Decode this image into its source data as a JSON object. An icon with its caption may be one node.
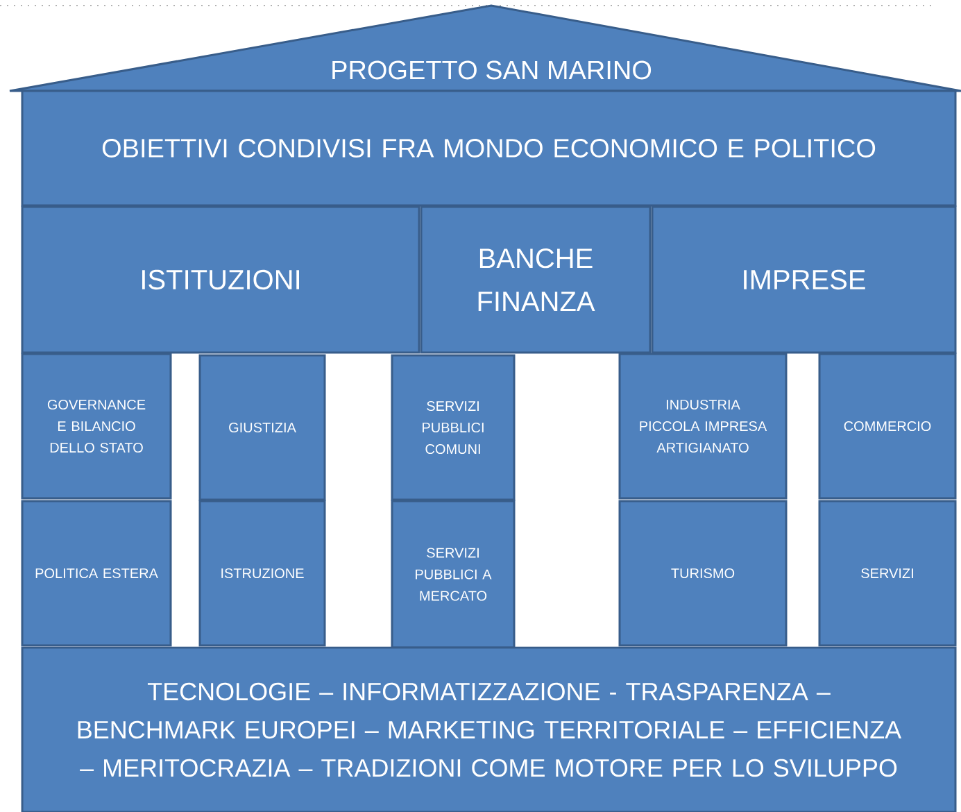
{
  "diagram": {
    "nodes": [
      {
        "text": [
          "PROGETTO SAN MARINO"
        ]
      },
      {
        "text": [
          "OBIETTIVI CONDIVISI FRA MONDO ECONOMICO E POLITICO"
        ]
      },
      {
        "text": [
          "ISTITUZIONI"
        ]
      },
      {
        "text": [
          "BANCHE FINANZA"
        ]
      },
      {
        "text": [
          "IMPRESE"
        ]
      },
      {
        "text": [
          "GOVERNANCE E BILANCIO DELLO STATO"
        ]
      },
      {
        "text": [
          "GIUSTIZIA"
        ]
      },
      {
        "text": [
          "SERVIZI PUBBLICI COMUNI"
        ]
      },
      {
        "text": [
          "INDUSTRIA PICCOLA IMPRESA ARTIGIANATO"
        ]
      },
      {
        "text": [
          "COMMERCIO"
        ]
      },
      {
        "text": [
          "POLITICA ESTERA"
        ]
      },
      {
        "text": [
          "ISTRUZIONE"
        ]
      },
      {
        "text": [
          "SERVIZI PUBBLICI A MERCATO"
        ]
      },
      {
        "text": [
          "TURISMO"
        ]
      },
      {
        "text": [
          "SERVIZI"
        ]
      },
      {
        "text": [
          "TECNOLOGIE – INFORMATIZZAZIONE - TRASPARENZA – BENCHMARK EUROPEI – MARKETING TERRITORIALE – EFFICIENZA – MERITOCRAZIA – TRADIZIONI COME MOTORE PER LO SVILUPPO"
        ]
      }
    ],
    "edges": []
  }
}
